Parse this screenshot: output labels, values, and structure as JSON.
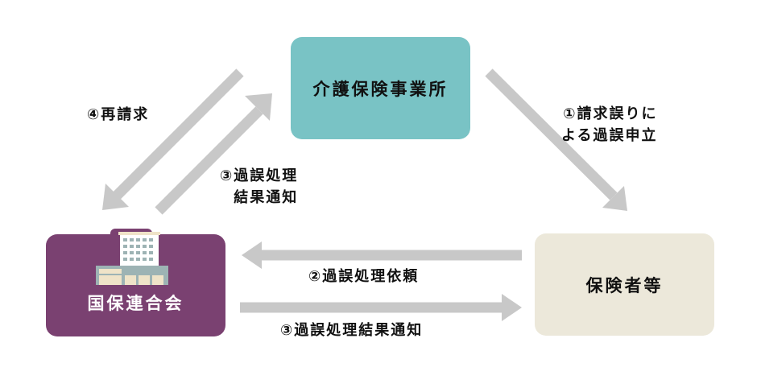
{
  "diagram": {
    "title": "過誤申立の流れ",
    "colors": {
      "care_office": "#79c3c5",
      "kokuho": "#7a4171",
      "insurer": "#ece8da",
      "arrow": "#c8c8c8"
    },
    "nodes": {
      "care_office": {
        "label": "介護保険事業所"
      },
      "kokuho": {
        "label": "国保連合会",
        "icon": "building-icon"
      },
      "insurer": {
        "label": "保険者等"
      }
    },
    "edges": [
      {
        "step": "①",
        "from": "care_office",
        "to": "insurer",
        "lines": [
          "①請求誤りに",
          "よる過誤申立"
        ]
      },
      {
        "step": "②",
        "from": "insurer",
        "to": "kokuho",
        "lines": [
          "②過誤処理依頼"
        ]
      },
      {
        "step": "③",
        "from": "kokuho",
        "to": "insurer",
        "lines": [
          "③過誤処理結果通知"
        ]
      },
      {
        "step": "③",
        "from": "kokuho",
        "to": "care_office",
        "lines": [
          "③過誤処理",
          "結果通知"
        ]
      },
      {
        "step": "④",
        "from": "care_office",
        "to": "kokuho",
        "lines": [
          "④再請求"
        ]
      }
    ]
  }
}
